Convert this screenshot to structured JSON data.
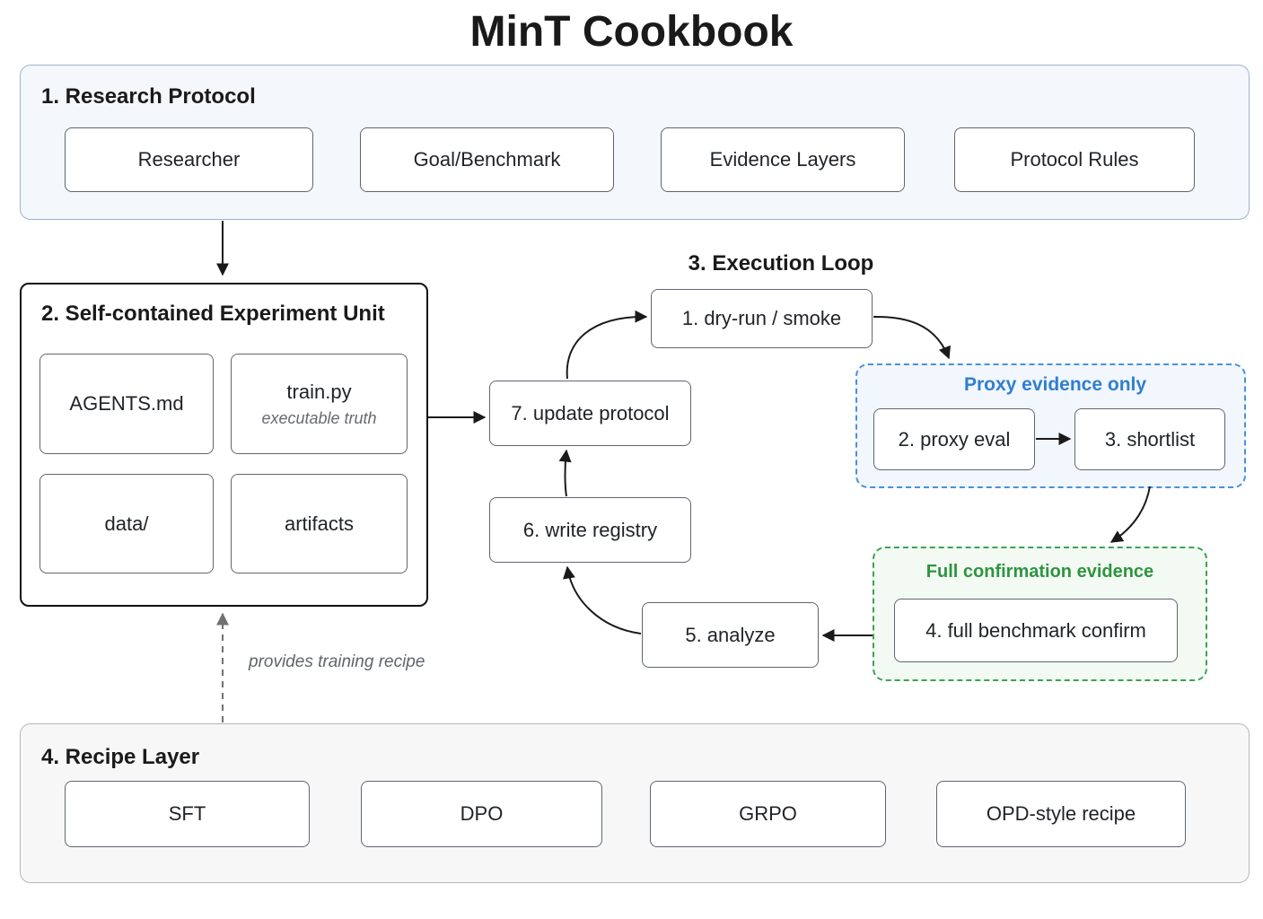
{
  "title": "MinT Cookbook",
  "research_protocol": {
    "title": "1. Research Protocol",
    "items": [
      "Researcher",
      "Goal/Benchmark",
      "Evidence Layers",
      "Protocol Rules"
    ]
  },
  "experiment_unit": {
    "title": "2. Self-contained Experiment Unit",
    "items": [
      {
        "label": "AGENTS.md"
      },
      {
        "label": "train.py",
        "sub": "executable truth"
      },
      {
        "label": "data/"
      },
      {
        "label": "artifacts"
      }
    ]
  },
  "execution_loop": {
    "title": "3. Execution Loop",
    "steps": {
      "dry_run": "1. dry-run / smoke",
      "proxy_eval": "2. proxy eval",
      "shortlist": "3. shortlist",
      "full_confirm": "4. full benchmark confirm",
      "analyze": "5. analyze",
      "write_registry": "6. write registry",
      "update_protocol": "7. update protocol"
    },
    "groups": {
      "proxy": "Proxy evidence only",
      "full": "Full confirmation evidence"
    }
  },
  "recipe_layer": {
    "title": "4. Recipe Layer",
    "items": [
      "SFT",
      "DPO",
      "GRPO",
      "OPD-style recipe"
    ],
    "edge_label": "provides training recipe"
  },
  "colors": {
    "proxy_accent": "#2f7fd0",
    "full_accent": "#2e9440",
    "panel_blue": "#f4f7fc",
    "panel_gray": "#f7f7f7"
  }
}
